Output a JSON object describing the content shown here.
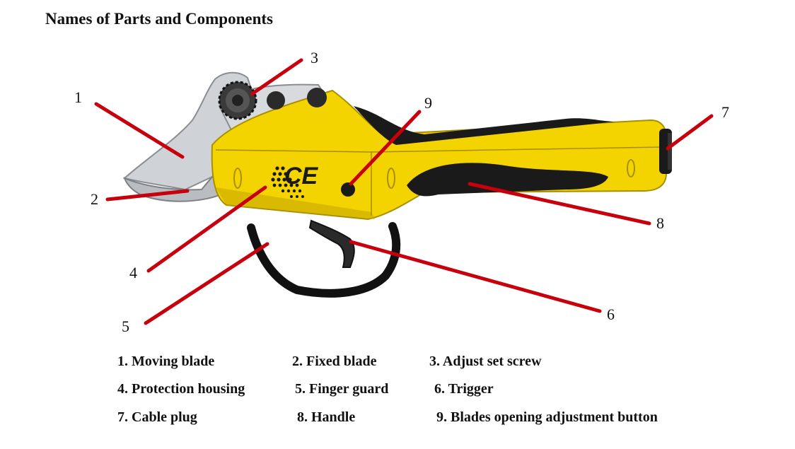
{
  "title": "Names of Parts and Components",
  "logo_text": "CE",
  "colors": {
    "housing": "#f4d400",
    "housing_shadow": "#c7a900",
    "rubber": "#1a1a1a",
    "blade": "#c9ccd0",
    "leader": "#c8000b"
  },
  "callouts": [
    {
      "number": "1",
      "part": "Moving blade"
    },
    {
      "number": "2",
      "part": "Fixed blade"
    },
    {
      "number": "3",
      "part": "Adjust set screw"
    },
    {
      "number": "4",
      "part": "Protection housing"
    },
    {
      "number": "5",
      "part": "Finger guard"
    },
    {
      "number": "6",
      "part": "Trigger"
    },
    {
      "number": "7",
      "part": "Cable plug"
    },
    {
      "number": "8",
      "part": "Handle"
    },
    {
      "number": "9",
      "part": "Blades opening adjustment button"
    }
  ],
  "legend": [
    "1. Moving blade",
    "2. Fixed blade",
    "3. Adjust set screw",
    "4. Protection housing",
    "5. Finger guard",
    "6. Trigger",
    "7. Cable plug",
    "8. Handle",
    "9. Blades opening adjustment button"
  ]
}
